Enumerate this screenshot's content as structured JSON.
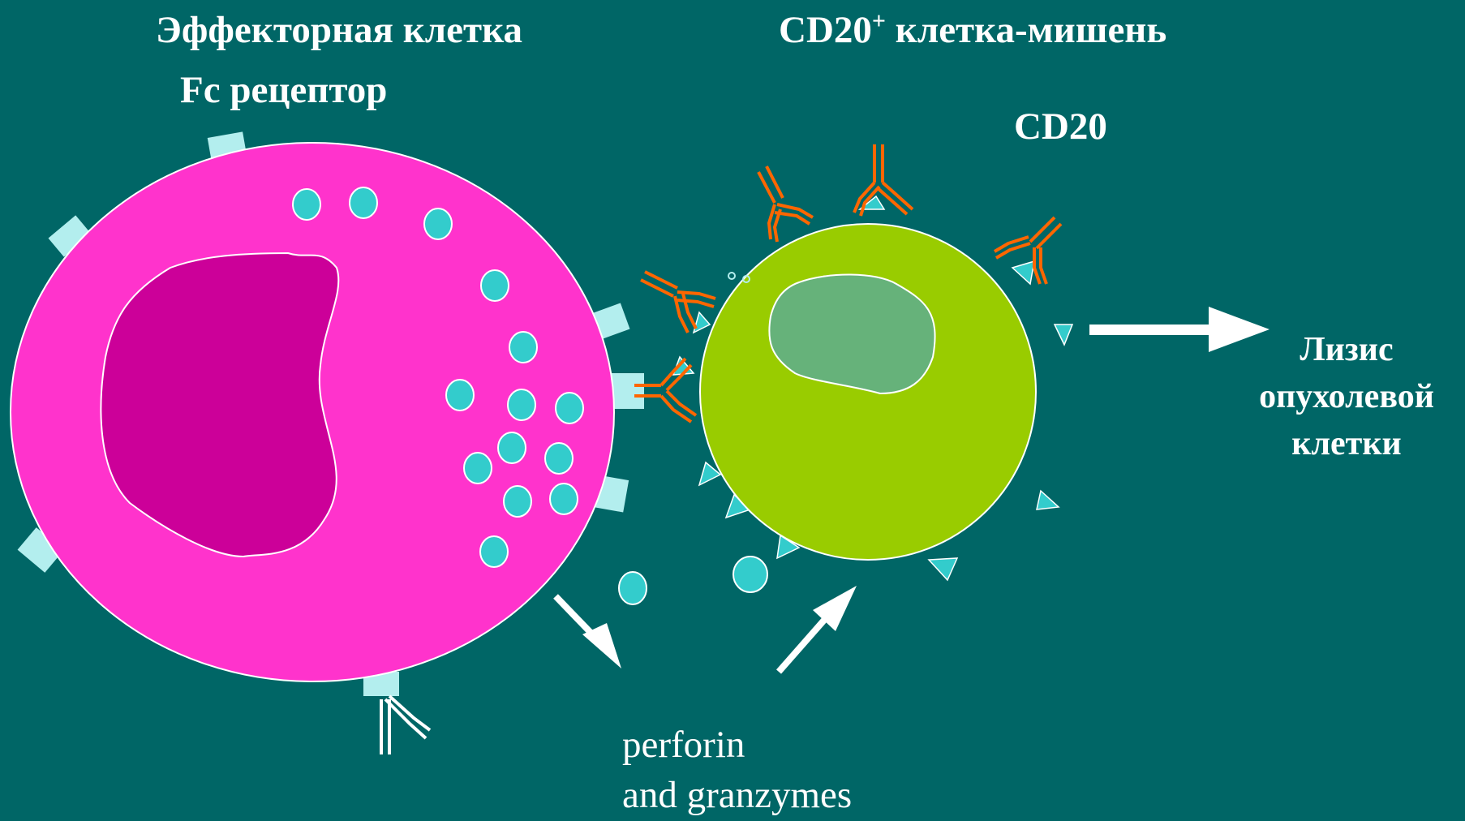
{
  "labels": {
    "effector_title": "Эффекторная клетка",
    "fc_receptor": "Fc рецептор",
    "target_title": "CD20",
    "target_title_sup": "+",
    "target_title_rest": " клетка-мишень",
    "cd20": "CD20",
    "lysis_line1": "Лизис",
    "lysis_line2": "опухолевой",
    "lysis_line3": "клетки",
    "perforin_line1": "perforin",
    "perforin_line2": "and granzymes"
  },
  "colors": {
    "background": "#006666",
    "effector_cell": "#ff33cc",
    "effector_nucleus": "#cc0099",
    "granule": "#33cccc",
    "fc_receptor": "#b3eeee",
    "target_cell": "#99cc00",
    "target_nucleus": "#66b27a",
    "cd20_marker": "#33cccc",
    "antibody": "#ff6600",
    "arrow": "#ffffff"
  },
  "icons": {
    "antibody": "y-shaped-antibody-icon",
    "arrow": "white-arrow-icon"
  }
}
